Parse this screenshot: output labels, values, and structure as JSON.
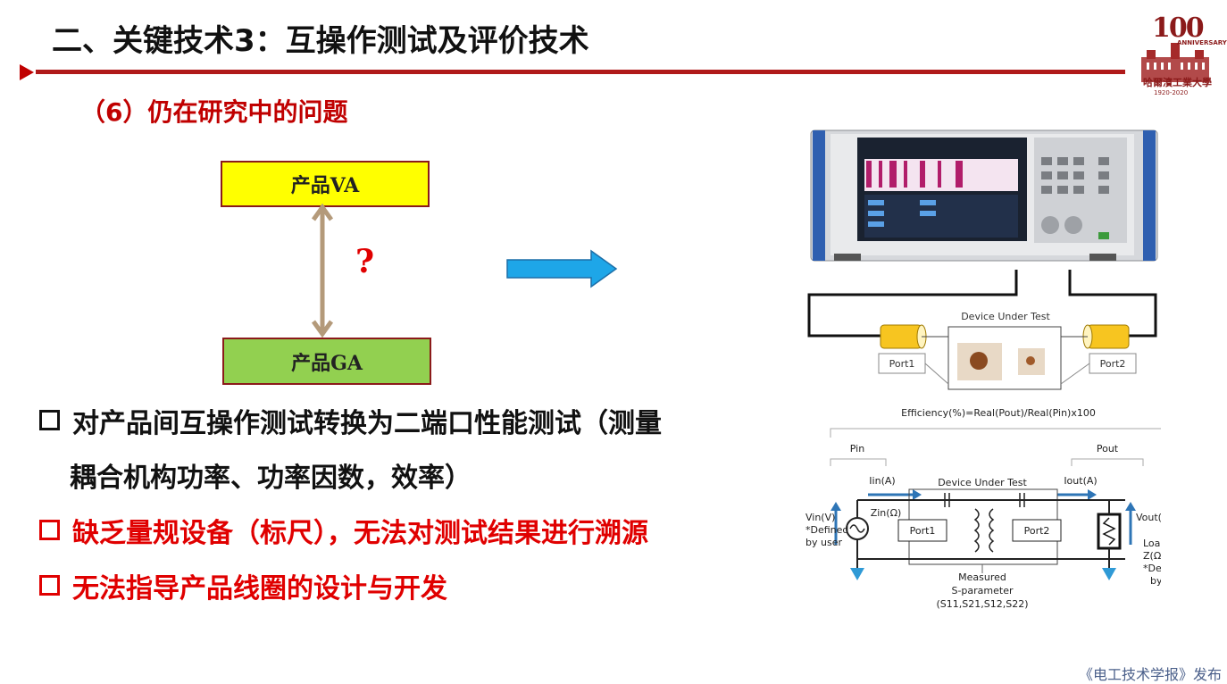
{
  "header": {
    "title": "二、关键技术3：互操作测试及评价技术",
    "subtitle": "（6）仍在研究中的问题"
  },
  "logo": {
    "number": "100",
    "anniversary": "ANNIVERSARY",
    "school_name": "哈爾濱工業大學",
    "years": "1920-2020"
  },
  "diagram": {
    "box_top": "产品VA",
    "box_bottom": "产品GA",
    "question": "?"
  },
  "bullets": [
    {
      "line1": "对产品间互操作测试转换为二端口性能测试（测量",
      "line2": "耦合机构功率、功率因数，效率）"
    },
    {
      "line1": "缺乏量规设备（标尺），无法对测试结果进行溯源"
    },
    {
      "line1": "无法指导产品线圈的设计与开发"
    }
  ],
  "setup": {
    "dut_top": "Device Under Test",
    "port1": "Port1",
    "port2": "Port2",
    "efficiency": "Efficiency(%)=Real(Pout)/Real(Pin)x100",
    "pin": "Pin",
    "pout": "Pout",
    "iin": "Iin(A)",
    "iout": "Iout(A)",
    "zin": "Zin(Ω)",
    "dut_bottom": "Device Under Test",
    "vin1": "Vin(V)",
    "vin2": "*Defined",
    "vin3": "by user",
    "vout": "Vout(V)",
    "load1": "Load",
    "load2": "Z(Ω)=R+jX",
    "load3": "*Defined",
    "load4": "by user",
    "meas1": "Measured",
    "meas2": "S-parameter",
    "meas3": "(S11,S21,S12,S22)"
  },
  "footer": {
    "text": "《电工技术学报》发布"
  },
  "colors": {
    "accent_red": "#c00000",
    "box_yellow": "#ffff00",
    "box_green": "#92d050",
    "arrow_blue": "#1ea6e8",
    "double_arrow": "#b49a7a"
  }
}
